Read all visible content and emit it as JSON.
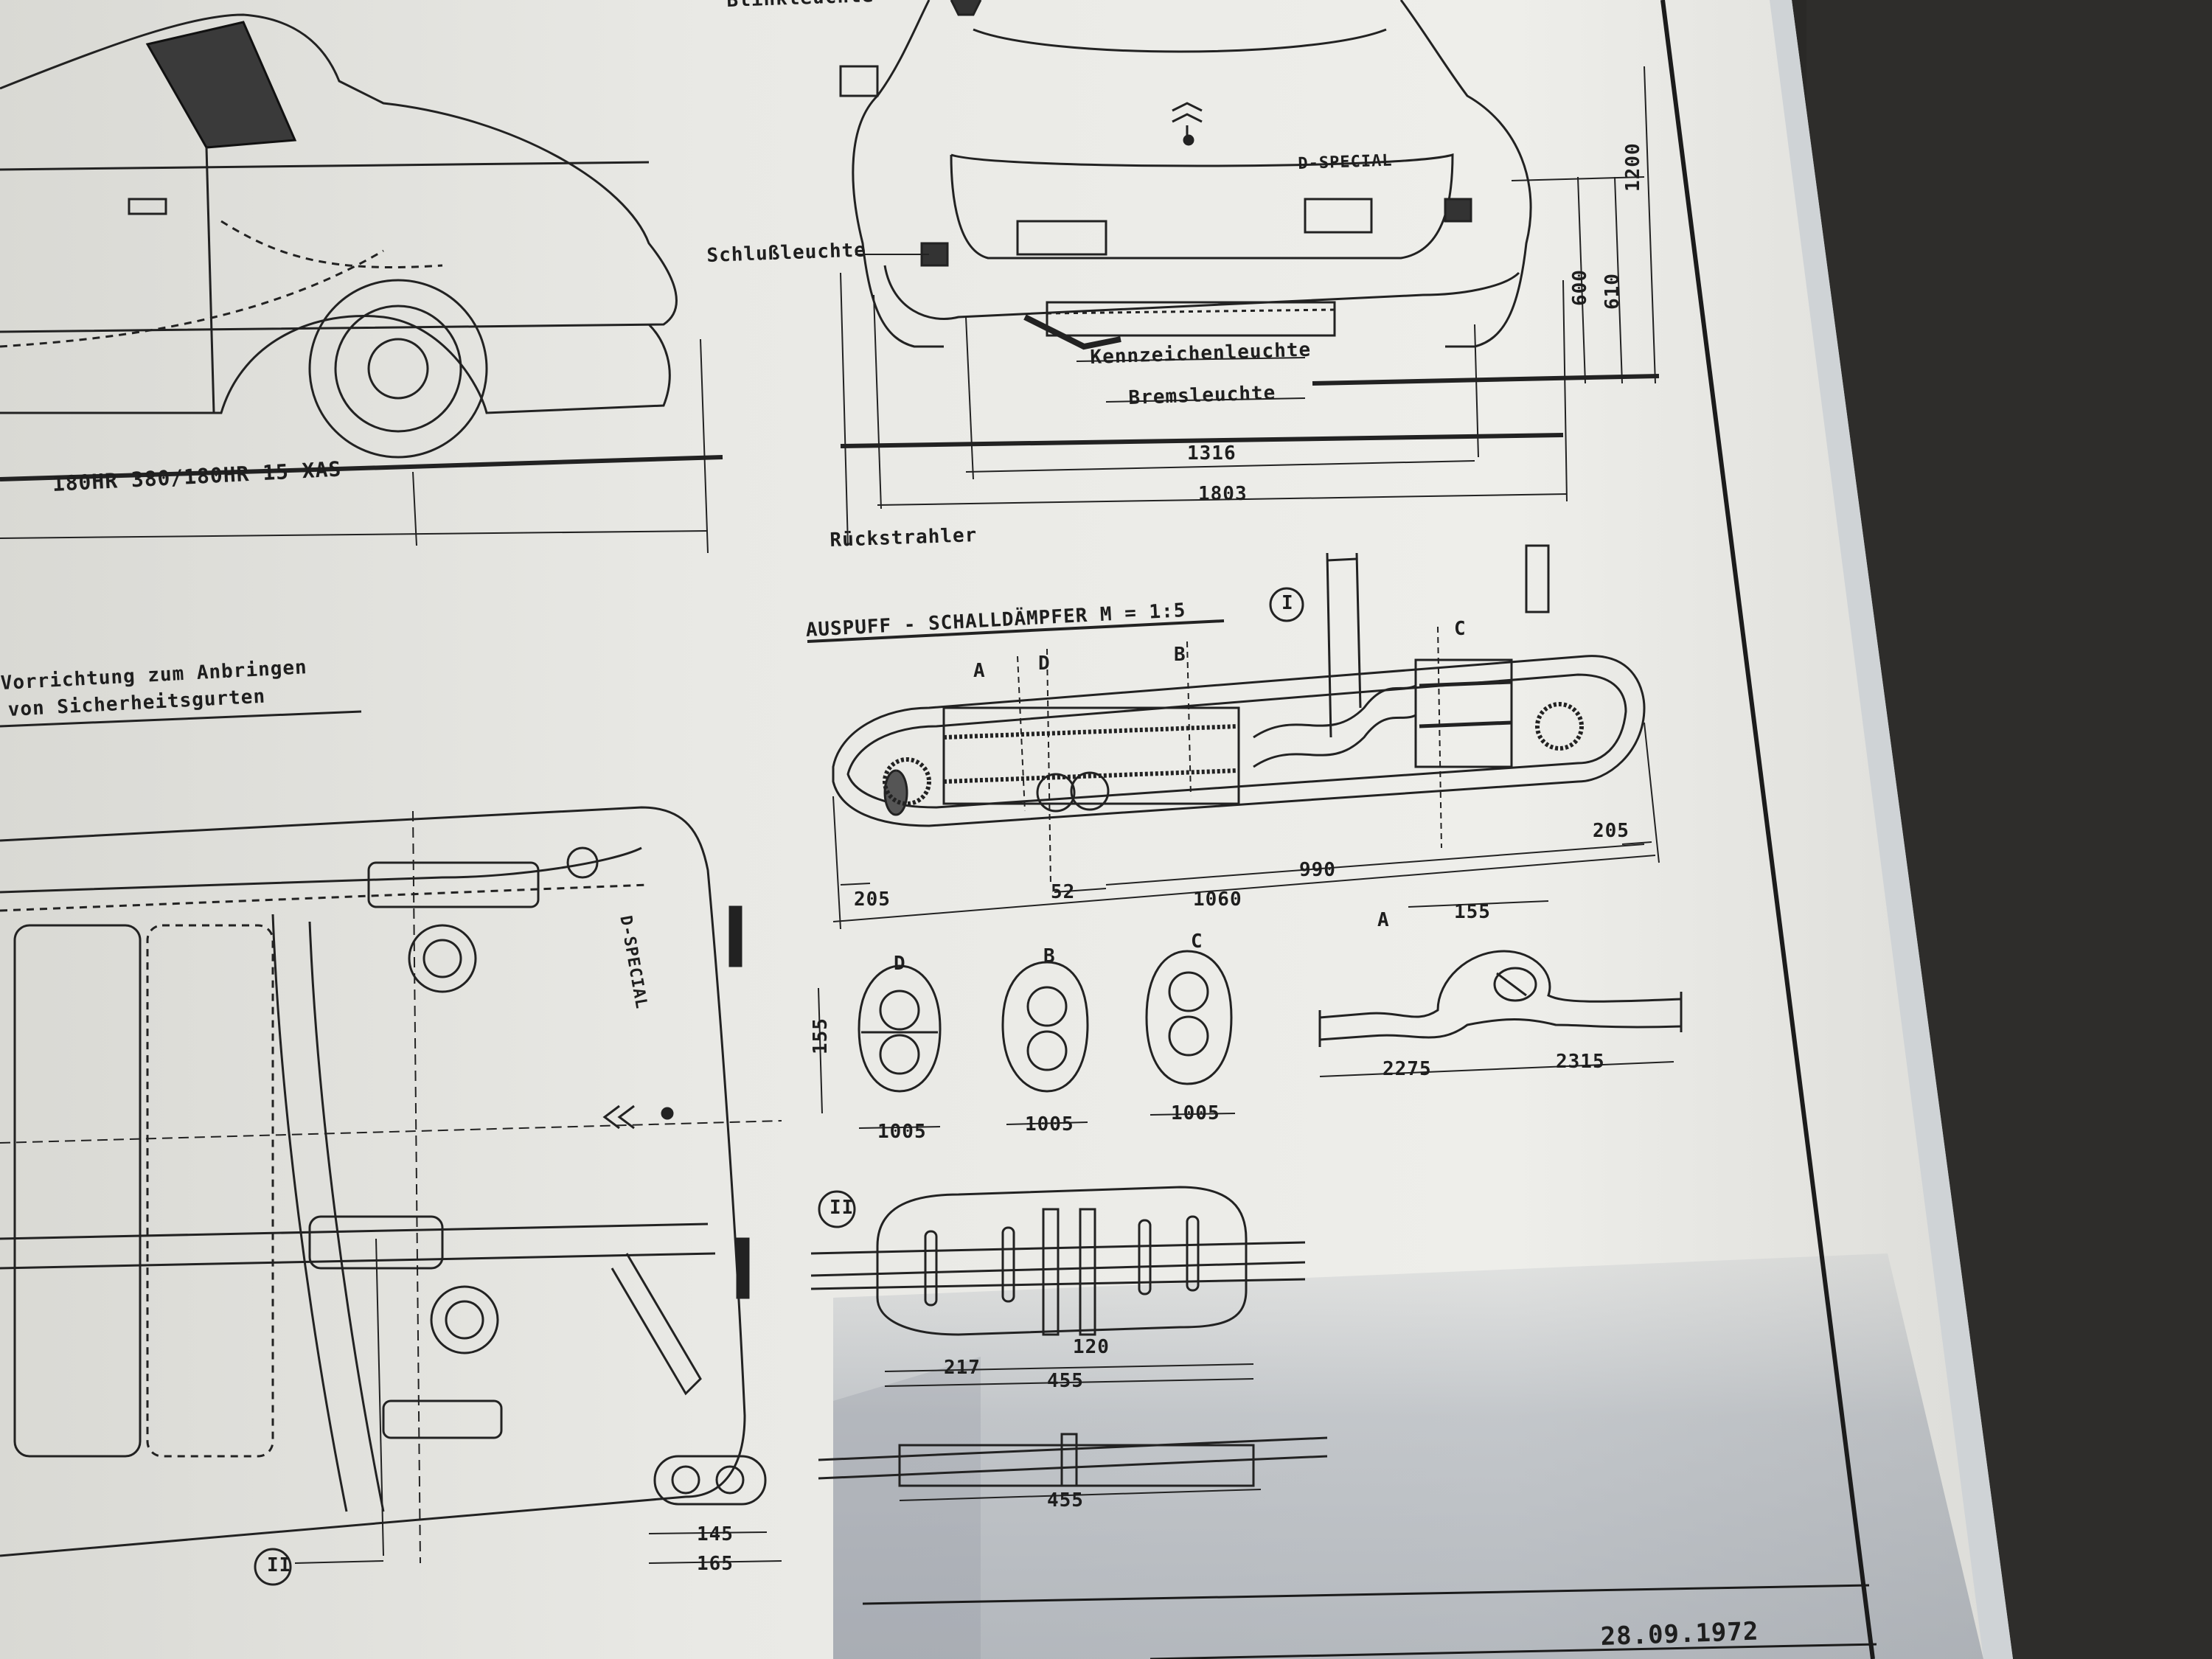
{
  "labels": {
    "blinkleuchte": "Blinkleuchte",
    "schlussleuchte": "Schlußleuchte",
    "kennzeichenleuchte": "Kennzeichenleuchte",
    "bremsleuchte": "Bremsleuchte",
    "rueckstrahler": "Rückstrahler",
    "tire_spec": "180HR 380/180HR 15 XAS",
    "belt_note_line1": "Vorrichtung zum Anbringen",
    "belt_note_line2": "von Sicherheitsgurten",
    "exhaust_title": "AUSPUFF - SCHALLDÄMPFER  M = 1:5",
    "section_1": "I",
    "section_2": "II",
    "section_2_bottom": "II",
    "date": "28.09.1972",
    "badge": "D-SPECIAL",
    "badge_top": "D-SPECIAL"
  },
  "markers": {
    "a": "A",
    "b": "B",
    "c": "C",
    "d": "D",
    "a2": "A",
    "b2": "B",
    "c2": "C",
    "d2": "D"
  },
  "dims": {
    "d1200": "1200",
    "d600": "600",
    "d610": "610",
    "d1316": "1316",
    "d1803": "1803",
    "d205_left": "205",
    "d205_right": "205",
    "d52": "52",
    "d1060": "1060",
    "d990": "990",
    "d155_h": "155",
    "d155_v": "155",
    "d1005_d": "1005",
    "d1005_b": "1005",
    "d1005_c": "1005",
    "d2275": "2275",
    "d2315": "2315",
    "d217": "217",
    "d120": "120",
    "d455_a": "455",
    "d455_b": "455",
    "d145": "145",
    "d165": "165"
  }
}
